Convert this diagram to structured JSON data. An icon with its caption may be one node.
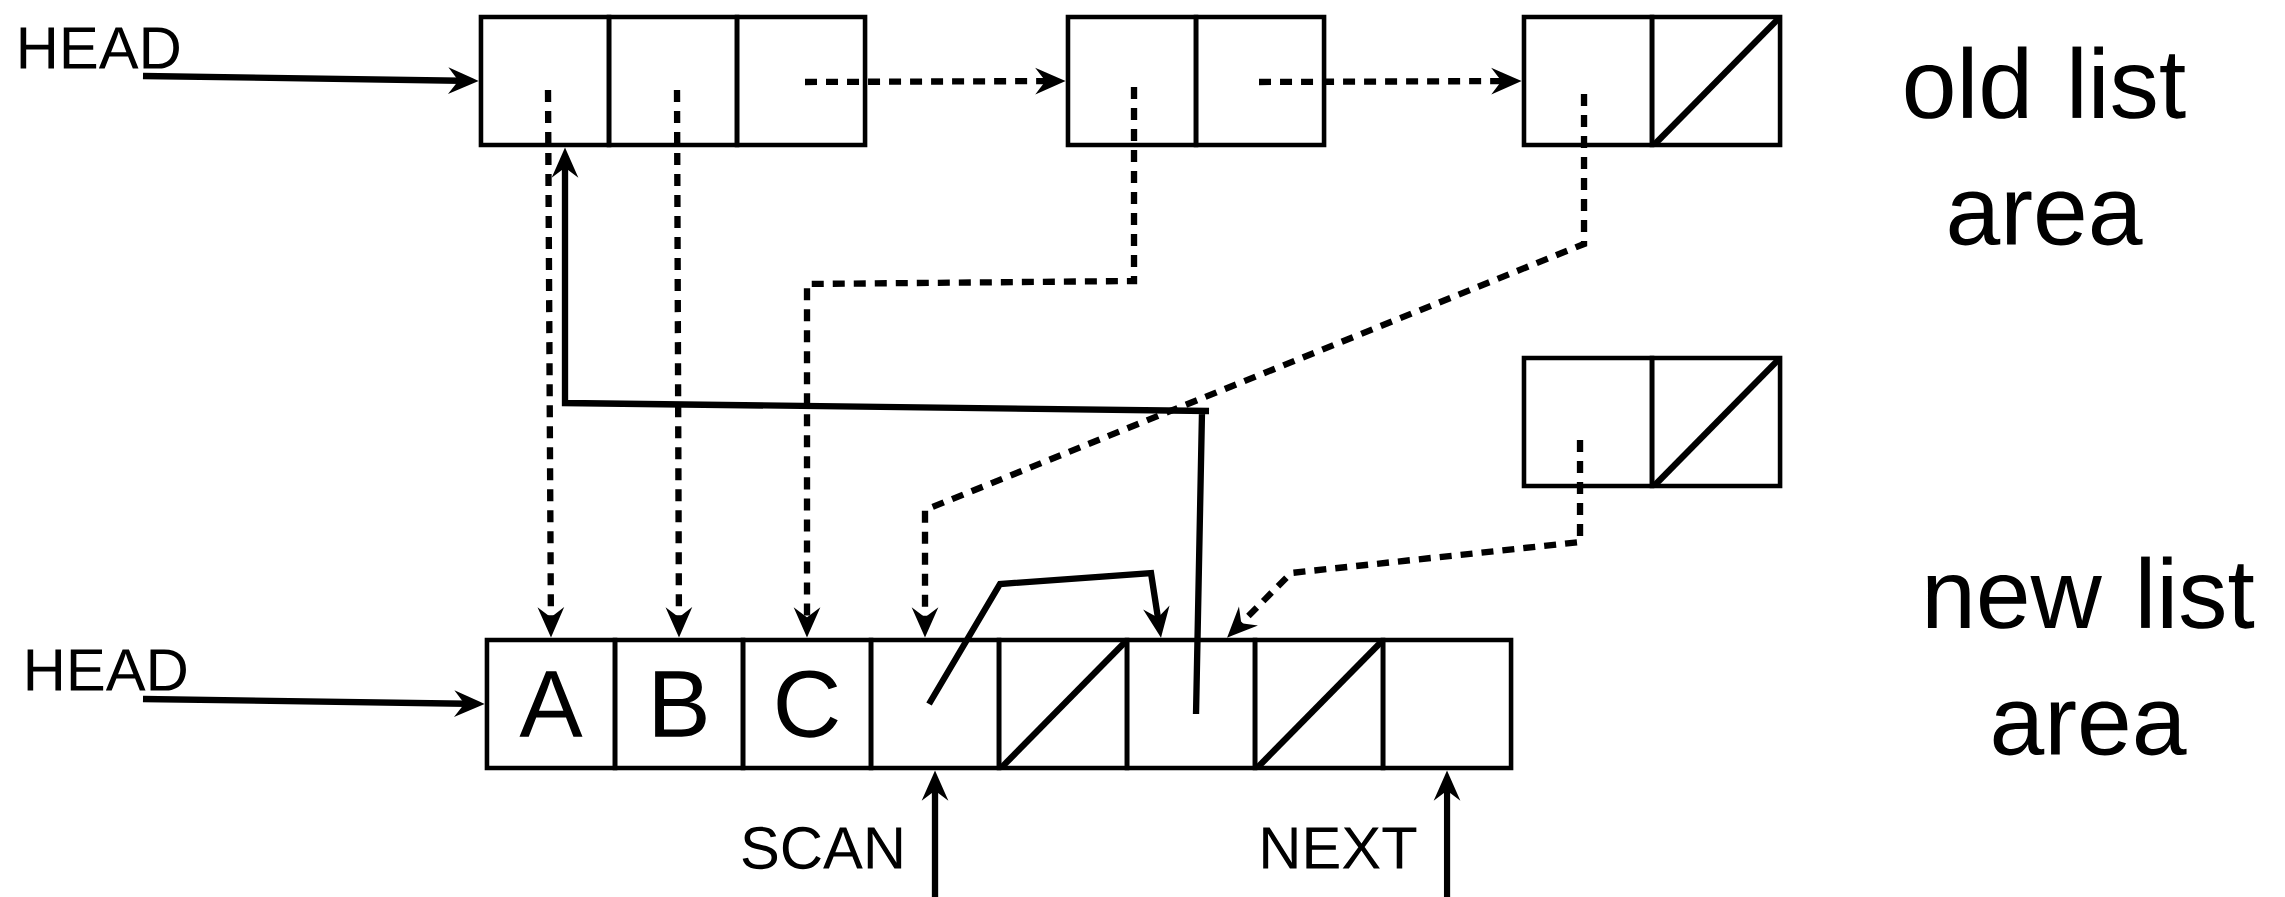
{
  "diagram": {
    "nodes": [
      {
        "text": [
          "HEAD"
        ]
      },
      {
        "text": [],
        "shape": "box"
      },
      {
        "text": [],
        "shape": "box"
      },
      {
        "text": [],
        "shape": "box"
      },
      {
        "text": [],
        "shape": "box"
      },
      {
        "text": [],
        "shape": "box"
      },
      {
        "text": [],
        "shape": "box"
      },
      {
        "text": [],
        "shape": "box"
      },
      {
        "text": [],
        "shape": "box"
      },
      {
        "text": [],
        "shape": "box"
      },
      {
        "text": [
          "HEAD"
        ]
      },
      {
        "text": [
          "A"
        ]
      },
      {
        "text": [
          "B"
        ]
      },
      {
        "text": [
          "C"
        ]
      },
      {
        "text": [],
        "shape": "box"
      },
      {
        "text": [],
        "shape": "box"
      },
      {
        "text": [],
        "shape": "box"
      },
      {
        "text": [],
        "shape": "box"
      },
      {
        "text": [],
        "shape": "box"
      }
    ],
    "edges": [
      {
        "from": 0,
        "to": 1,
        "arrow": "to"
      },
      {
        "from": 3,
        "to": 4,
        "arrow": "to",
        "style": "dashed"
      },
      {
        "from": 5,
        "to": 6,
        "arrow": "to",
        "style": "dashed"
      },
      {
        "from": 1,
        "to": 11,
        "arrow": "to",
        "style": "dashed"
      },
      {
        "from": 2,
        "to": 12,
        "arrow": "to",
        "style": "dashed"
      },
      {
        "from": 4,
        "to": 13,
        "arrow": "to",
        "style": "dashed"
      },
      {
        "from": 6,
        "to": 14,
        "arrow": "to",
        "style": "dashed"
      },
      {
        "from": 8,
        "to": 16,
        "arrow": "to",
        "style": "dashed"
      },
      {
        "from": 16,
        "to": 1,
        "arrow": "to"
      },
      {
        "from": 14,
        "to": 16,
        "arrow": "to"
      },
      {
        "from": 10,
        "to": 11,
        "arrow": "to"
      },
      {
        "from": null,
        "to": 14,
        "arrow": "to",
        "label": "SCAN"
      },
      {
        "from": null,
        "to": 18,
        "arrow": "to",
        "label": "NEXT"
      }
    ],
    "labels": [
      "old list area",
      "new list area"
    ]
  }
}
